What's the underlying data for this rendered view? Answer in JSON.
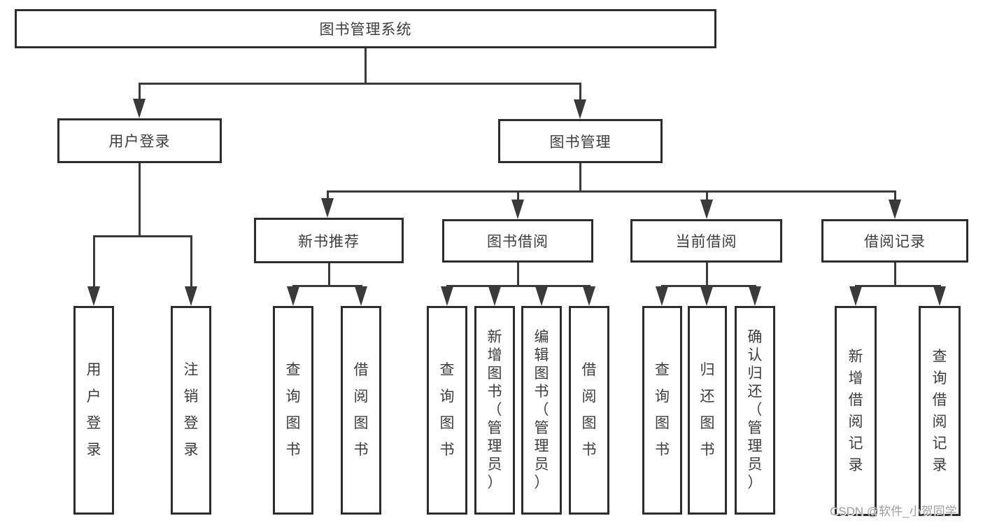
{
  "tree": {
    "root": {
      "label": "图书管理系统"
    },
    "branches": [
      {
        "label": "用户登录",
        "children": [
          {
            "label": "用户登录"
          },
          {
            "label": "注销登录"
          }
        ]
      },
      {
        "label": "图书管理",
        "children": [
          {
            "label": "新书推荐",
            "children": [
              {
                "label": "查询图书"
              },
              {
                "label": "借阅图书"
              }
            ]
          },
          {
            "label": "图书借阅",
            "children": [
              {
                "label": "查询图书"
              },
              {
                "label": "新增图书（管理员）"
              },
              {
                "label": "编辑图书（管理员）"
              },
              {
                "label": "借阅图书"
              }
            ]
          },
          {
            "label": "当前借阅",
            "children": [
              {
                "label": "查询图书"
              },
              {
                "label": "归还图书"
              },
              {
                "label": "确认归还（管理员）"
              }
            ]
          },
          {
            "label": "借阅记录",
            "children": [
              {
                "label": "新增借阅记录"
              },
              {
                "label": "查询借阅记录"
              }
            ]
          }
        ]
      }
    ]
  },
  "watermark": "CSDN @软件_小贺同学",
  "colors": {
    "background": "#ffffff",
    "box_border": "#2d2d2d",
    "box_fill": "#ffffff",
    "line": "#3a3a3a",
    "text": "#3d3d3d",
    "watermark": "#9d9d9d"
  }
}
